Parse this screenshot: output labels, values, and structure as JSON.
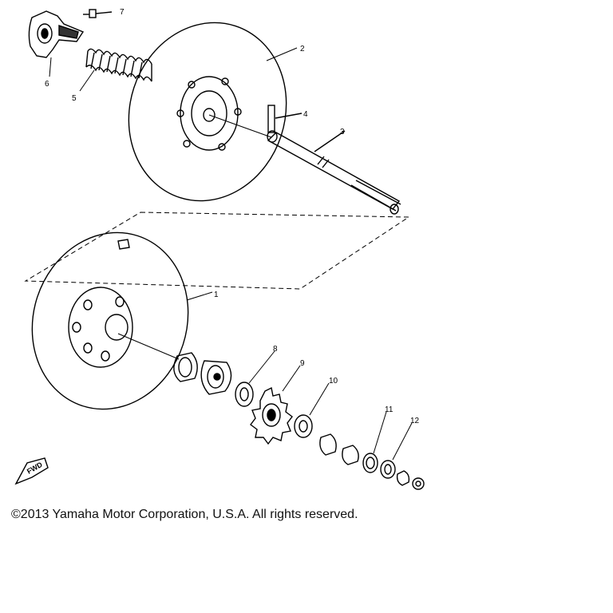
{
  "callouts": {
    "c1": "1",
    "c2": "2",
    "c3": "3",
    "c4": "4",
    "c5": "5",
    "c6": "6",
    "c7": "7",
    "c8": "8",
    "c9": "9",
    "c10": "10",
    "c11": "11",
    "c12": "12"
  },
  "fwd_label": "FWD",
  "copyright": "©2013 Yamaha Motor Corporation, U.S.A. All rights reserved."
}
